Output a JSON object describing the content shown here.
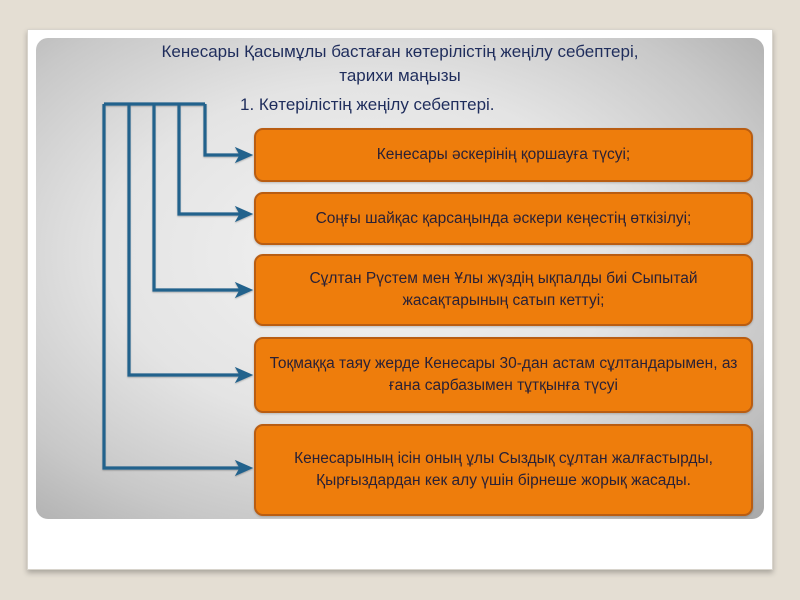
{
  "slide": {
    "title": "Кенесары Қасымұлы бастаған көтерілістің жеңілу себептері, тарихи маңызы",
    "title_line1": "Кенесары Қасымұлы бастаған көтерілістің жеңілу себептері,",
    "title_line2": "тарихи маңызы",
    "subtitle": "1. Көтерілістің жеңілу себептері.",
    "causes": [
      {
        "text": "Кенесары әскерінің қоршауға түсуі;"
      },
      {
        "text": "Соңғы шайқас қарсаңында әскери кеңестің өткізілуі;"
      },
      {
        "text": "Сұлтан Рүстем мен Ұлы жүздің ықпалды биі Сыпытай жасақтарының сатып кеттуі;"
      },
      {
        "text": "Тоқмаққа таяу жерде Кенесары 30-дан астам сұлтандарымен, аз ғана сарбазымен тұтқынға түсуі"
      },
      {
        "text": "Кенесарының ісін оның ұлы Сыздық сұлтан жалғастырды, Қырғыздардан кек алу үшін бірнеше жорық жасады."
      }
    ]
  },
  "colors": {
    "box_fill": "#ee7d0c",
    "box_border": "#b95d12",
    "connector": "#24628c",
    "title_text": "#1f2d5c"
  }
}
